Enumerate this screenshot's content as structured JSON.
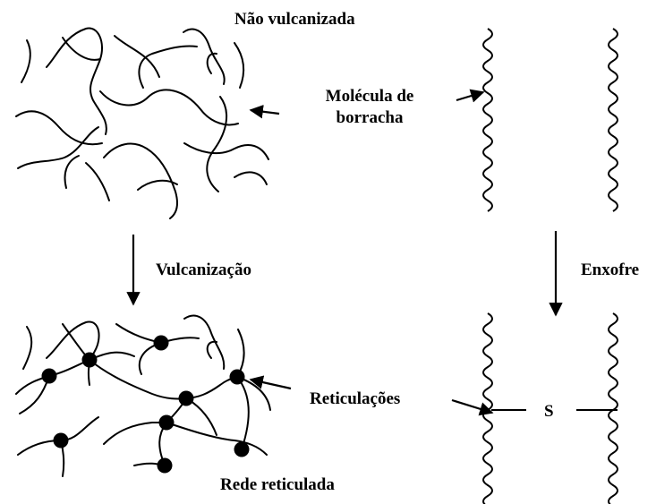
{
  "labels": {
    "unvulcanized": "Não vulcanizada",
    "rubber_molecule_line1": "Molécula de",
    "rubber_molecule_line2": "borracha",
    "vulcanization": "Vulcanização",
    "sulfur": "Enxofre",
    "crosslinks": "Reticulações",
    "sulfur_atom": "S",
    "crosslinked_network": "Rede reticulada"
  },
  "colors": {
    "line": "#000000",
    "background": "#ffffff"
  }
}
